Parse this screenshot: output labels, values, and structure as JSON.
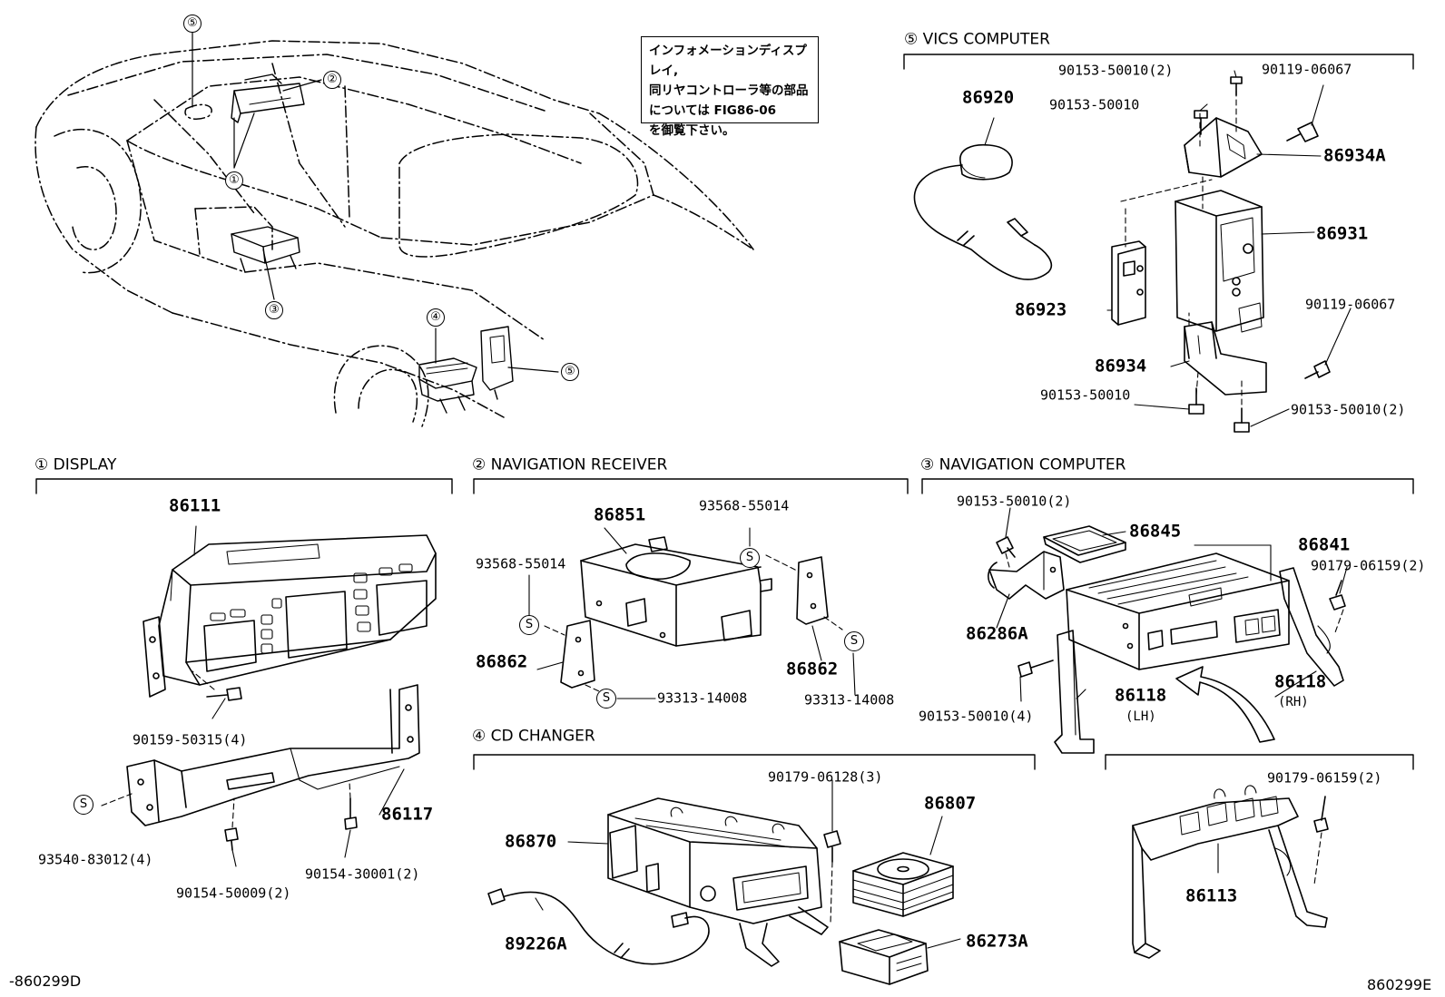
{
  "note": {
    "lines": [
      "インフォメーションディスプレイ,",
      "同リヤコントローラ等の部品",
      "については FIG86-06",
      "を御覧下さい。"
    ]
  },
  "sections": {
    "vics": "⑤ VICS COMPUTER",
    "display": "① DISPLAY",
    "nav_receiver": "② NAVIGATION RECEIVER",
    "nav_computer": "③ NAVIGATION COMPUTER",
    "cd_changer": "④ CD CHANGER"
  },
  "car_markers": [
    "⑤",
    "②",
    "①",
    "③",
    "④",
    "⑤"
  ],
  "fastener_symbol": "S",
  "parts": {
    "vics": {
      "p1": "90153-50010(2)",
      "p2": "90119-06067",
      "p3": "86920",
      "p4": "90153-50010",
      "p5": "86934A",
      "p6": "86931",
      "p7": "86923",
      "p8": "90119-06067",
      "p9": "86934",
      "p10": "90153-50010",
      "p11": "90153-50010(2)"
    },
    "display": {
      "p1": "86111",
      "p2": "90159-50315(4)",
      "p3": "86117",
      "p4": "93540-83012(4)",
      "p5": "90154-30001(2)",
      "p6": "90154-50009(2)"
    },
    "receiver": {
      "p1": "86851",
      "p2": "93568-55014",
      "p3": "93568-55014",
      "p4": "86862",
      "p5": "86862",
      "p6": "93313-14008",
      "p7": "93313-14008"
    },
    "computer": {
      "p1": "90153-50010(2)",
      "p2": "86845",
      "p3": "86841",
      "p4": "90179-06159(2)",
      "p5": "86286A",
      "p6": "86118",
      "p6b": "(RH)",
      "p7": "86118",
      "p7b": "(LH)",
      "p8": "90153-50010(4)",
      "p9": "90179-06159(2)",
      "p10": "86113"
    },
    "cd": {
      "p1": "90179-06128(3)",
      "p2": "86807",
      "p3": "86870",
      "p4": "89226A",
      "p5": "86273A"
    }
  },
  "footer": {
    "left": "-860299D",
    "right": "860299E"
  }
}
